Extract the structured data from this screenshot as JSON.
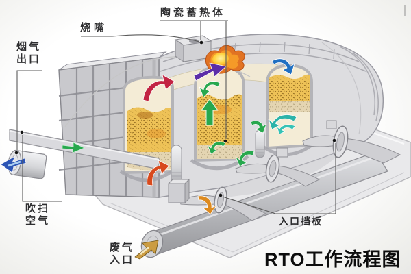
{
  "title": "RTO工作流程图",
  "labels": {
    "flue_gas_outlet": [
      "烟气",
      "出口"
    ],
    "burner": "烧嘴",
    "ceramic_heat_storage": "陶瓷蓄热体",
    "purge_air": [
      "吹扫",
      "空气"
    ],
    "waste_gas_inlet": [
      "废气",
      "入口"
    ],
    "inlet_damper": "入口挡板"
  },
  "colors": {
    "arrow_red": "#c22443",
    "arrow_red_orange": "#d84a1d",
    "arrow_purple": "#5b2da8",
    "arrow_green": "#28a84e",
    "arrow_blue": "#1f6fc2",
    "arrow_teal": "#2cb3a9",
    "arrow_teal_light": "#35c2b5",
    "arrow_orange": "#dd8a1f",
    "arrow_gold": "#cb9c42",
    "arrow_outlet_blue": "#2d55b5",
    "flame_outer": "#e2701d",
    "flame_mid": "#f59a28",
    "flame_core": "#ffd94e",
    "media_yellow": "#eec257",
    "media_tan": "#e4d5b2",
    "title": "#0d0d0d",
    "label": "#2e2e30"
  }
}
